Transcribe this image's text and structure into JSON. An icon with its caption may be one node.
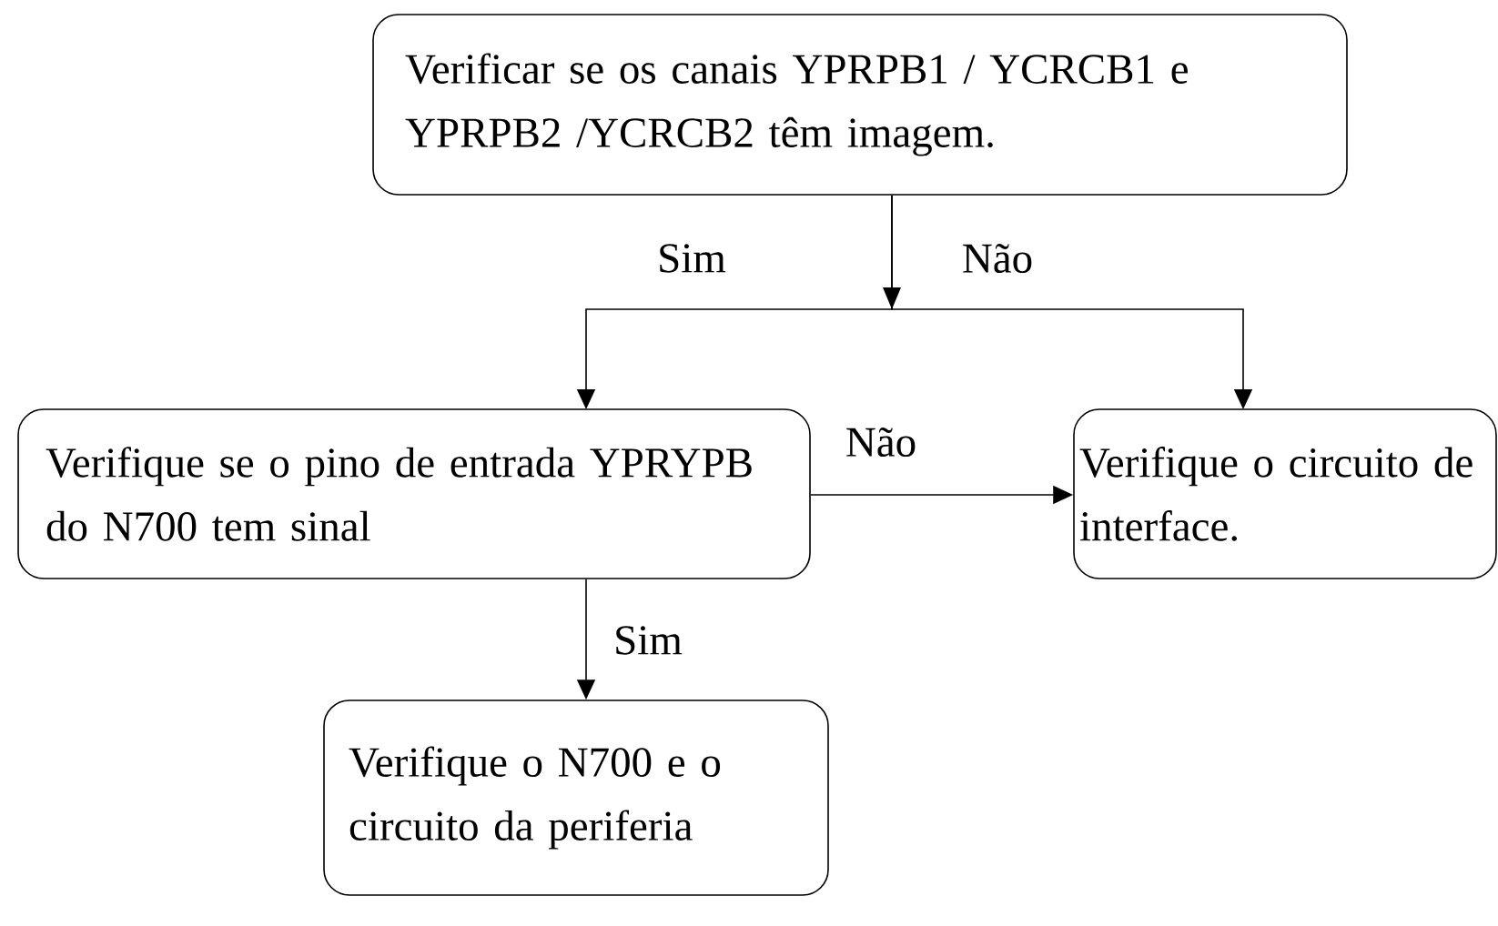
{
  "diagram": {
    "nodes": [
      {
        "text": [
          "Verificar se os canais YPRPB1 / YCRCB1 e YPRPB2 /YCRCB2 têm imagem."
        ]
      },
      {
        "text": [
          "Verifique se o pino de entrada YPRYPB do N700 tem sinal"
        ]
      },
      {
        "text": [
          "Verifique o circuito de interface."
        ]
      },
      {
        "text": [
          "Verifique o N700 e o circuito da periferia"
        ]
      }
    ],
    "edges": [
      {
        "from": 0,
        "to": 1,
        "arrow": "to",
        "label": "Sim"
      },
      {
        "from": 0,
        "to": 2,
        "arrow": "to",
        "label": "Não"
      },
      {
        "from": 1,
        "to": 2,
        "arrow": "to",
        "label": "Não"
      },
      {
        "from": 1,
        "to": 3,
        "arrow": "to",
        "label": "Sim"
      }
    ]
  }
}
